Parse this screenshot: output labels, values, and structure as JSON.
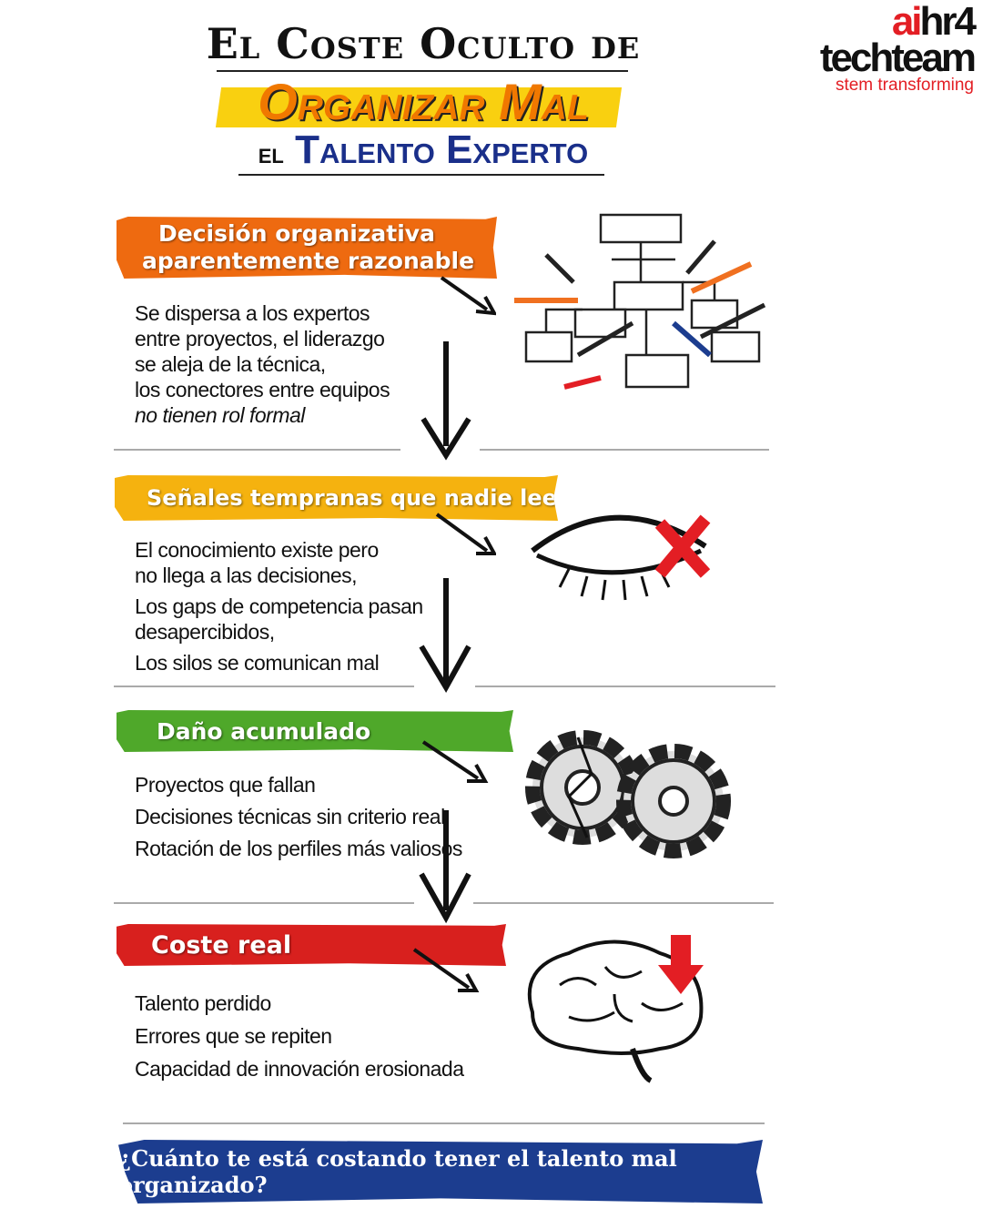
{
  "header": {
    "title_line1": "El Coste Oculto de",
    "title_line2": "Organizar Mal",
    "title_line3_prefix": "el",
    "title_line3": "Talento Experto"
  },
  "logo": {
    "part1_red": "ai",
    "part1_black": "hr4",
    "part2": "techteam",
    "tagline": "stem transforming"
  },
  "sections": [
    {
      "title_line1": "Decisión organizativa",
      "title_line2": "aparentemente razonable",
      "color": "#ee6a10",
      "lines": [
        "Se dispersa a los expertos",
        "entre proyectos, el liderazgo",
        "se aleja de la técnica,",
        "los conectores entre equipos",
        "no tienen rol formal"
      ],
      "icon": "org-chart-icon"
    },
    {
      "title_line1": "Señales tempranas que nadie lee",
      "color": "#f5b20f",
      "lines": [
        "El conocimiento existe pero",
        "no llega a las decisiones,",
        "Los gaps de competencia pasan",
        "desapercibidos,",
        "Los silos se comunican mal"
      ],
      "icon": "closed-eye-icon"
    },
    {
      "title_line1": "Daño acumulado",
      "color": "#4fa82a",
      "lines": [
        "Proyectos que fallan",
        "Decisiones técnicas sin criterio real",
        "Rotación de los perfiles más valiosos"
      ],
      "icon": "broken-gears-icon"
    },
    {
      "title_line1": "Coste real",
      "color": "#d8201e",
      "lines": [
        "Talento perdido",
        "Errores que se repiten",
        "Capacidad de innovación erosionada"
      ],
      "icon": "brain-down-icon"
    }
  ],
  "cta": {
    "text": "¿Cuánto te está costando tener el talento mal organizado?",
    "color": "#1c3d8f"
  }
}
